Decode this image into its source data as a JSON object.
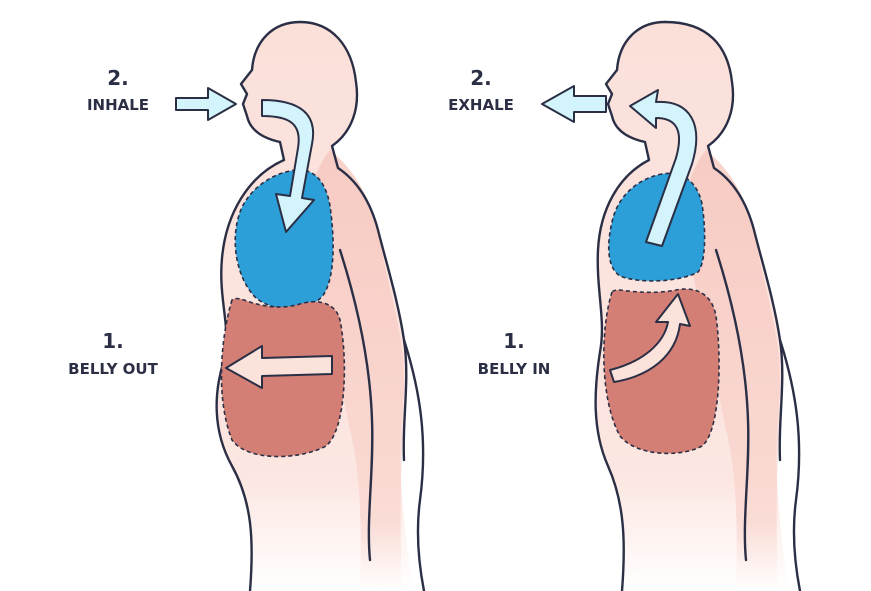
{
  "panels": [
    {
      "breath_step": "2.",
      "breath_label": "INHALE",
      "belly_step": "1.",
      "belly_label": "BELLY OUT"
    },
    {
      "breath_step": "2.",
      "breath_label": "EXHALE",
      "belly_step": "1.",
      "belly_label": "BELLY IN"
    }
  ],
  "colors": {
    "body_fill": "#fbe0da",
    "body_shade": "#f5c4bb",
    "lung": "#2c9fd9",
    "belly": "#d47f75",
    "air_arrow": "#d4f4fb",
    "belly_arrow": "#fbe3dc",
    "outline": "#2b2f45"
  },
  "icons": [
    "air-flow-arrow",
    "belly-movement-arrow"
  ]
}
